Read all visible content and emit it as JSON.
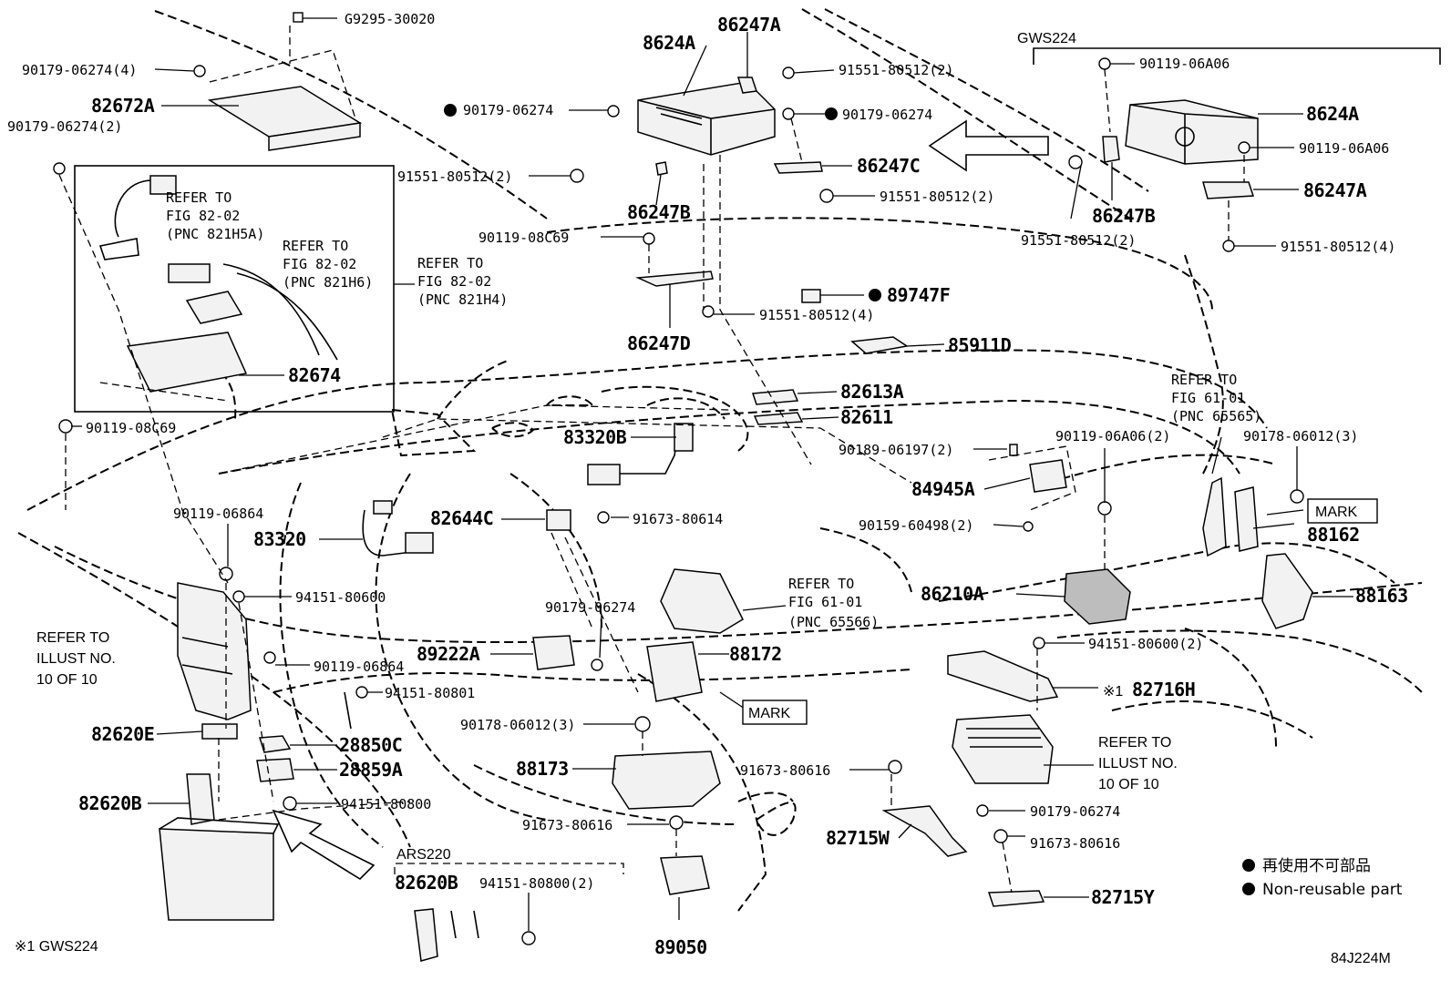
{
  "diagram_id": "84J224M",
  "footnote": "※1 GWS224",
  "legend": {
    "jp": "再使用不可部品",
    "en": "Non-reusable part"
  },
  "groups": {
    "gws224": "GWS224",
    "ars220": "ARS220"
  },
  "callouts": {
    "mark_right": "MARK",
    "mark_center": "MARK",
    "ref_figure_82_02_1": [
      "REFER TO",
      "FIG 82-02",
      "(PNC 821H5A)"
    ],
    "ref_figure_82_02_2": [
      "REFER TO",
      "FIG 82-02",
      "(PNC 821H6)"
    ],
    "ref_figure_82_02_3": [
      "REFER TO",
      "FIG 82-02",
      "(PNC 821H4)"
    ],
    "ref_figure_61_01_1": [
      "REFER TO",
      "FIG 61-01",
      "(PNC 65565)"
    ],
    "ref_figure_61_01_2": [
      "REFER TO",
      "FIG 61-01",
      "(PNC 65566)"
    ],
    "ref_illust_left": [
      "REFER TO",
      "ILLUST NO.",
      "10 OF 10"
    ],
    "ref_illust_right": [
      "REFER TO",
      "ILLUST NO.",
      "10 OF 10"
    ],
    "marker_82716H": "※1"
  },
  "labels": [
    {
      "id": "l01",
      "text": "G9295-30020",
      "big": false
    },
    {
      "id": "l02",
      "text": "90179-06274(4)",
      "big": false
    },
    {
      "id": "l03",
      "text": "82672A",
      "big": true
    },
    {
      "id": "l04",
      "text": "90179-06274(2)",
      "big": false
    },
    {
      "id": "l05",
      "text": "82674",
      "big": true
    },
    {
      "id": "l06",
      "text": "90119-08C69",
      "big": false
    },
    {
      "id": "l07",
      "text": "8624A",
      "big": true
    },
    {
      "id": "l08",
      "text": "86247A",
      "big": true
    },
    {
      "id": "l09",
      "text": "91551-80512(2)",
      "big": false
    },
    {
      "id": "l10",
      "text": "90179-06274",
      "big": false
    },
    {
      "id": "l11",
      "text": "90179-06274",
      "big": false
    },
    {
      "id": "l12",
      "text": "86247C",
      "big": true
    },
    {
      "id": "l13",
      "text": "91551-80512(2)",
      "big": false
    },
    {
      "id": "l14",
      "text": "91551-80512(2)",
      "big": false
    },
    {
      "id": "l15",
      "text": "86247B",
      "big": true
    },
    {
      "id": "l16",
      "text": "90119-08C69",
      "big": false
    },
    {
      "id": "l17",
      "text": "89747F",
      "big": true
    },
    {
      "id": "l18",
      "text": "91551-80512(4)",
      "big": false
    },
    {
      "id": "l19",
      "text": "86247D",
      "big": true
    },
    {
      "id": "l20",
      "text": "85911D",
      "big": true
    },
    {
      "id": "l21",
      "text": "82613A",
      "big": true
    },
    {
      "id": "l22",
      "text": "82611",
      "big": true
    },
    {
      "id": "l23",
      "text": "83320B",
      "big": true
    },
    {
      "id": "l24",
      "text": "90189-06197(2)",
      "big": false
    },
    {
      "id": "l25",
      "text": "84945A",
      "big": true
    },
    {
      "id": "l26",
      "text": "90159-60498(2)",
      "big": false
    },
    {
      "id": "l27",
      "text": "90119-06864",
      "big": false
    },
    {
      "id": "l28",
      "text": "83320",
      "big": true
    },
    {
      "id": "l29",
      "text": "82644C",
      "big": true
    },
    {
      "id": "l30",
      "text": "91673-80614",
      "big": false
    },
    {
      "id": "l31",
      "text": "94151-80600",
      "big": false
    },
    {
      "id": "l32",
      "text": "90179-06274",
      "big": false
    },
    {
      "id": "l33",
      "text": "89222A",
      "big": true
    },
    {
      "id": "l34",
      "text": "88172",
      "big": true
    },
    {
      "id": "l35",
      "text": "90119-06864",
      "big": false
    },
    {
      "id": "l36",
      "text": "94151-80801",
      "big": false
    },
    {
      "id": "l37",
      "text": "82620E",
      "big": true
    },
    {
      "id": "l38",
      "text": "28850C",
      "big": true
    },
    {
      "id": "l39",
      "text": "28859A",
      "big": true
    },
    {
      "id": "l40",
      "text": "90178-06012(3)",
      "big": false
    },
    {
      "id": "l41",
      "text": "88173",
      "big": true
    },
    {
      "id": "l42",
      "text": "82620B",
      "big": true
    },
    {
      "id": "l43",
      "text": "94151-80800",
      "big": false
    },
    {
      "id": "l44",
      "text": "82620B",
      "big": true
    },
    {
      "id": "l45",
      "text": "94151-80800(2)",
      "big": false
    },
    {
      "id": "l46",
      "text": "91673-80616",
      "big": false
    },
    {
      "id": "l47",
      "text": "89050",
      "big": true
    },
    {
      "id": "l48",
      "text": "91673-80616",
      "big": false
    },
    {
      "id": "l49",
      "text": "82715W",
      "big": true
    },
    {
      "id": "l50",
      "text": "90179-06274",
      "big": false
    },
    {
      "id": "l51",
      "text": "91673-80616",
      "big": false
    },
    {
      "id": "l52",
      "text": "82715Y",
      "big": true
    },
    {
      "id": "l53",
      "text": "86210A",
      "big": true
    },
    {
      "id": "l54",
      "text": "94151-80600(2)",
      "big": false
    },
    {
      "id": "l55",
      "text": "82716H",
      "big": true
    },
    {
      "id": "l56",
      "text": "90119-06A06(2)",
      "big": false
    },
    {
      "id": "l57",
      "text": "90178-06012(3)",
      "big": false
    },
    {
      "id": "l58",
      "text": "88162",
      "big": true
    },
    {
      "id": "l59",
      "text": "88163",
      "big": true
    },
    {
      "id": "l60",
      "text": "90119-06A06",
      "big": false
    },
    {
      "id": "l61",
      "text": "8624A",
      "big": true
    },
    {
      "id": "l62",
      "text": "90119-06A06",
      "big": false
    },
    {
      "id": "l63",
      "text": "86247A",
      "big": true
    },
    {
      "id": "l64",
      "text": "86247B",
      "big": true
    },
    {
      "id": "l65",
      "text": "91551-80512(2)",
      "big": false
    },
    {
      "id": "l66",
      "text": "91551-80512(4)",
      "big": false
    }
  ]
}
